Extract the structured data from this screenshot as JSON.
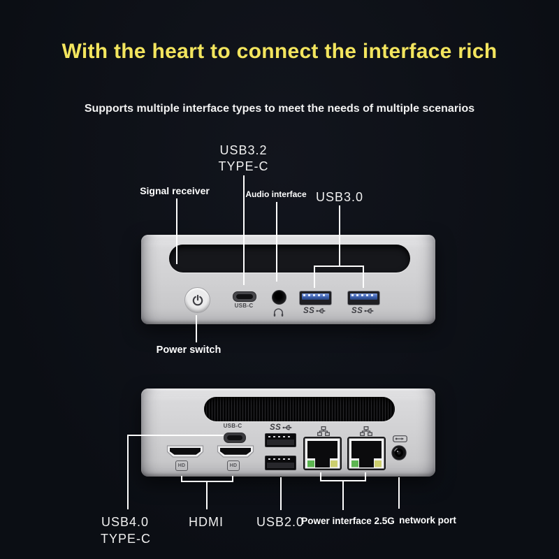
{
  "header": {
    "title": "With the heart to connect the interface rich",
    "subtitle": "Supports multiple interface types to meet the needs of multiple scenarios"
  },
  "front_panel": {
    "callouts": {
      "usb32": {
        "line1": "USB3.2",
        "line2": "TYPE-C"
      },
      "signal_receiver": "Signal receiver",
      "audio_interface": "Audio interface",
      "usb30": "USB3.0",
      "power_switch": "Power switch"
    },
    "device": {
      "usbc_print": "USB-C",
      "ss_print": "SS",
      "icons": [
        "power-icon",
        "headphone-icon",
        "usb-ss-trident-icon"
      ]
    }
  },
  "back_panel": {
    "callouts": {
      "usb40": {
        "line1": "USB4.0",
        "line2": "TYPE-C"
      },
      "hdmi": "HDMI",
      "usb20": "USB2.0",
      "power_interface": "Power interface 2.5G",
      "network_port": "network port"
    },
    "device": {
      "usbc_print": "USB-C",
      "ss_print": "SS",
      "hd_print": "HD",
      "icons": [
        "lan-icon",
        "dc-plug-icon",
        "usb-ss-trident-icon"
      ]
    }
  },
  "colors": {
    "background": "#0c0f15",
    "accent_yellow": "#f3e55e",
    "callout_line": "#ffffff",
    "device_silver": "#d1d1d3",
    "usb3_blue": "#3f63b2",
    "led_green": "#5cb551",
    "led_yellow": "#ccce6e"
  }
}
